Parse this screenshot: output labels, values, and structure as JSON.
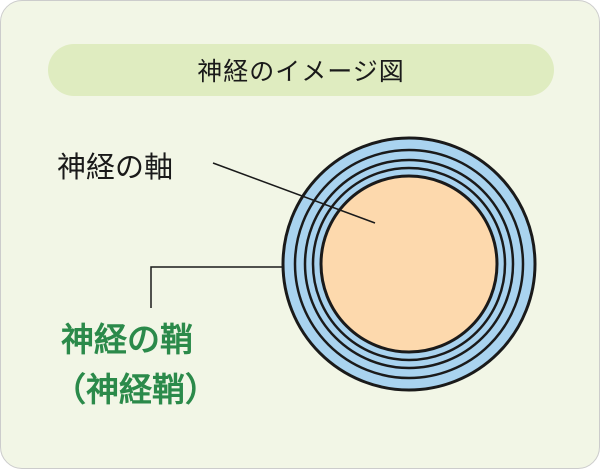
{
  "title": "神経のイメージ図",
  "labels": {
    "axon": "神経の軸",
    "sheath_line1": "神経の鞘",
    "sheath_line2": "（神経鞘）"
  },
  "colors": {
    "background": "#f2f6e6",
    "title_pill": "#dfecc0",
    "sheath_fill": "#a9d3ef",
    "axon_fill": "#fdd9ad",
    "outline": "#1a1a1a",
    "sheath_label": "#2b8a4a"
  },
  "sheath_layer_count": 4
}
